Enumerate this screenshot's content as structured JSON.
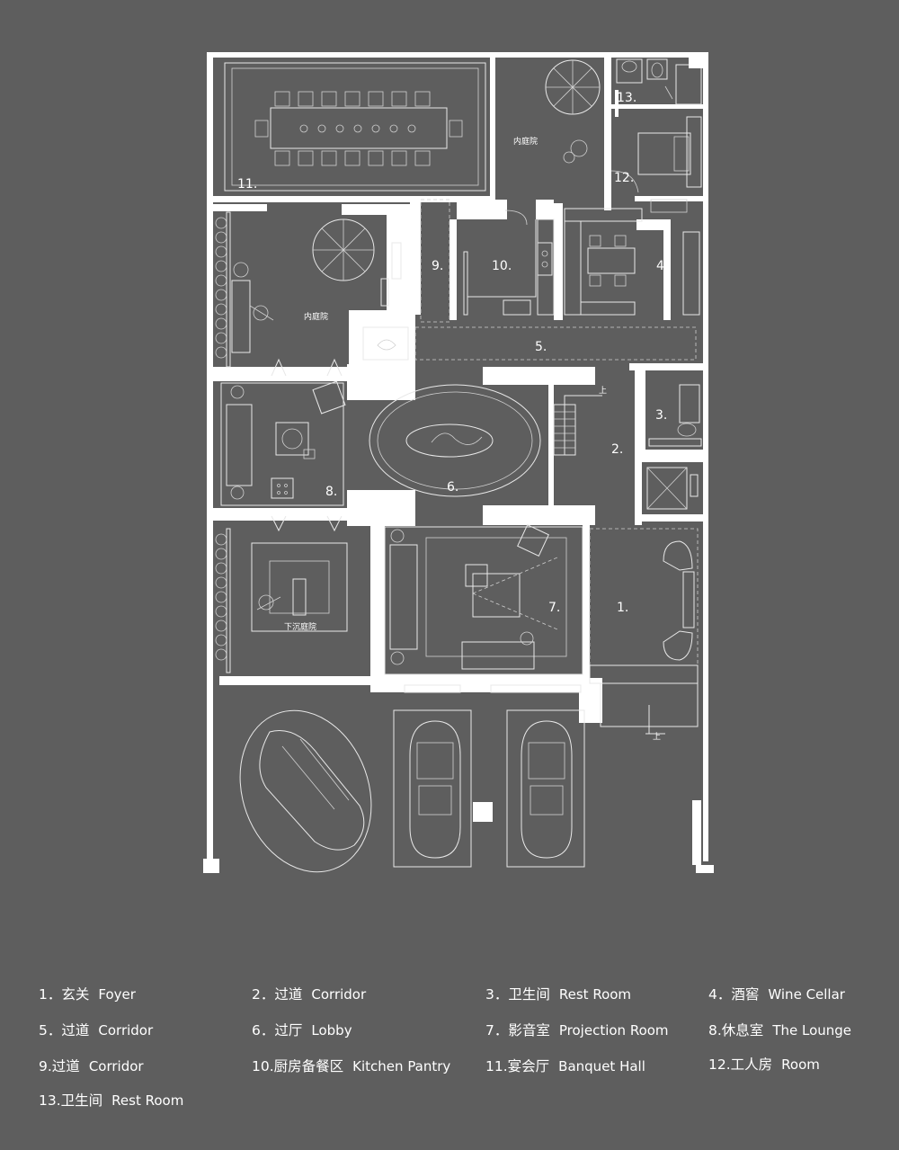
{
  "plan_labels": {
    "r1": "1.",
    "r2": "2.",
    "r3": "3.",
    "r4": "4.",
    "r5": "5.",
    "r6": "6.",
    "r7": "7.",
    "r8": "8.",
    "r9": "9.",
    "r10": "10.",
    "r11": "11.",
    "r12": "12.",
    "r13": "13.",
    "courtyard_top": "内庭院",
    "courtyard_left": "内庭院",
    "sunken_court": "下沉庭院",
    "up_mark_stair": "上",
    "up_mark_entry": "上"
  },
  "legend": [
    {
      "num": "1．",
      "cn": "玄关",
      "en": "Foyer"
    },
    {
      "num": "2．",
      "cn": "过道",
      "en": "Corridor"
    },
    {
      "num": "3．",
      "cn": "卫生间",
      "en": "Rest Room"
    },
    {
      "num": "4．",
      "cn": "酒窖",
      "en": "Wine Cellar"
    },
    {
      "num": "5．",
      "cn": "过道",
      "en": "Corridor"
    },
    {
      "num": "6．",
      "cn": "过厅",
      "en": "Lobby"
    },
    {
      "num": "7．",
      "cn": "影音室",
      "en": "Projection  Room"
    },
    {
      "num": "8.",
      "cn": "休息室",
      "en": "The Lounge"
    },
    {
      "num": "9.",
      "cn": "过道",
      "en": "Corridor"
    },
    {
      "num": "10.",
      "cn": "厨房备餐区",
      "en": "Kitchen Pantry"
    },
    {
      "num": "11.",
      "cn": "宴会厅",
      "en": "Banquet Hall"
    },
    {
      "num": "12.",
      "cn": "工人房",
      "en": "Room"
    },
    {
      "num": "13.",
      "cn": "卫生间",
      "en": "Rest Room"
    }
  ]
}
